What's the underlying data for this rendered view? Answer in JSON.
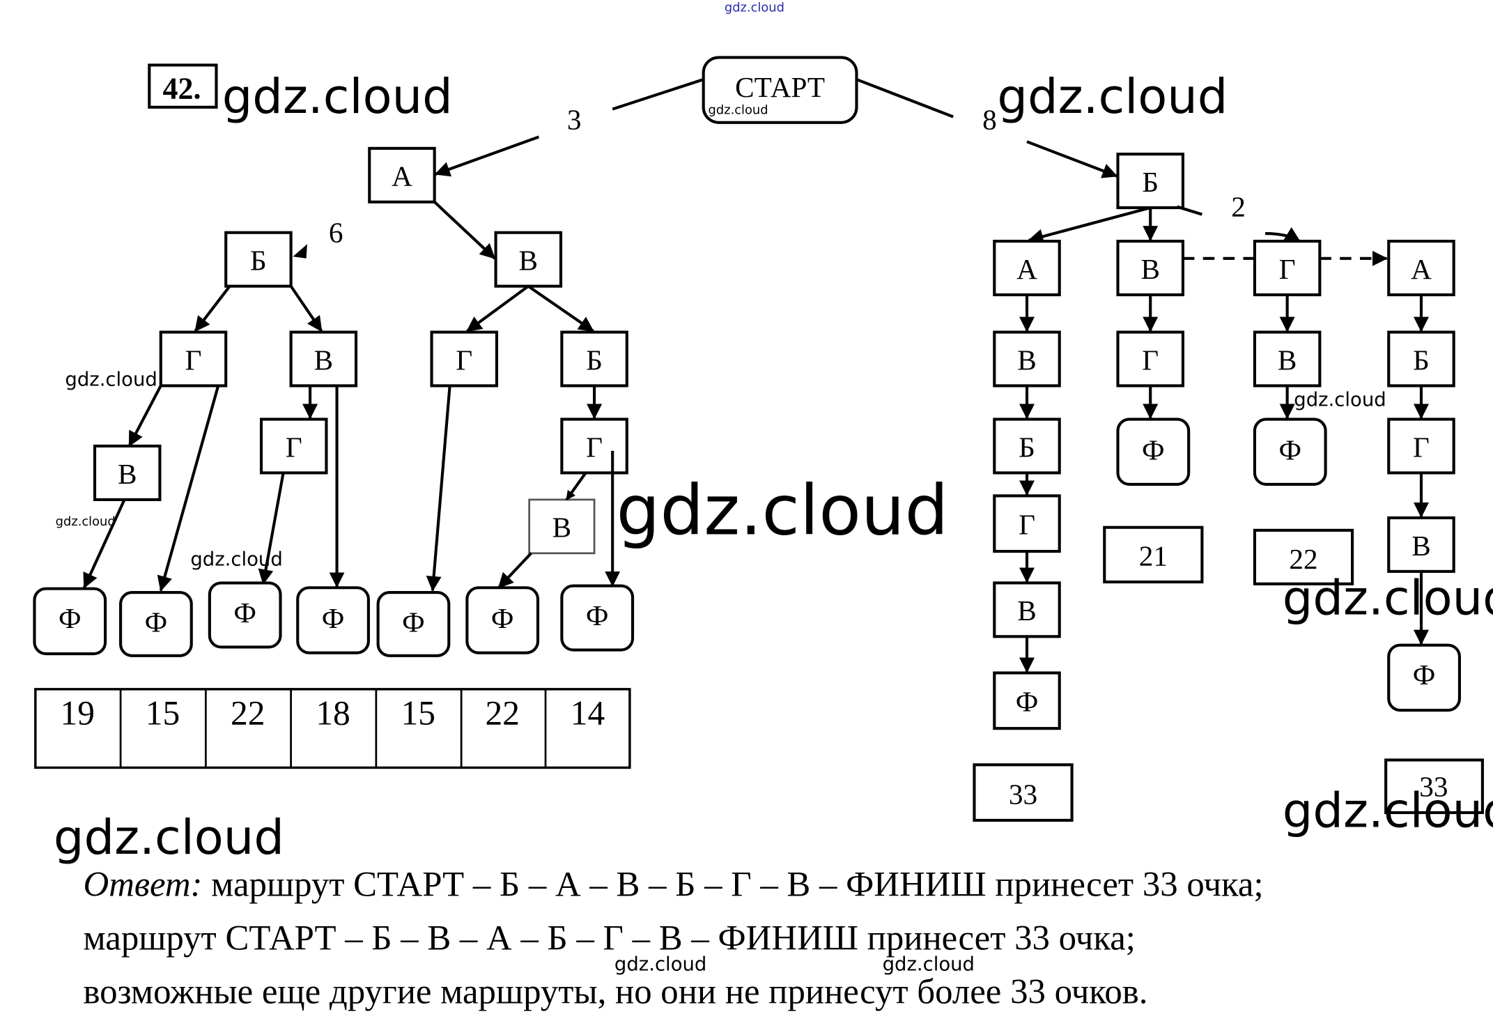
{
  "problem_number": "42.",
  "watermark": "gdz.cloud",
  "start_label": "СТАРТ",
  "edge_weights": {
    "start_to_a": "3",
    "start_to_b": "8",
    "a_to_b": "6",
    "b_to_g": "2"
  },
  "left_tree": {
    "root": "А",
    "level1": [
      "Б",
      "В"
    ],
    "level2": [
      "Г",
      "В",
      "Г",
      "Б"
    ],
    "level3": [
      "В",
      "Г",
      "Г",
      "В"
    ],
    "finish": [
      "Ф",
      "Ф",
      "Ф",
      "Ф",
      "Ф",
      "Ф",
      "Ф"
    ],
    "scores": [
      "19",
      "15",
      "22",
      "18",
      "15",
      "22",
      "14"
    ]
  },
  "right_tree": {
    "root": "Б",
    "level1": [
      "А",
      "В",
      "Г",
      "А"
    ],
    "col1": [
      "В",
      "Б",
      "Г",
      "В",
      "Ф"
    ],
    "col2": [
      "Г",
      "Ф"
    ],
    "col3": [
      "В",
      "Ф"
    ],
    "col4": [
      "Б",
      "Г",
      "В",
      "Ф"
    ],
    "scores": [
      "33",
      "21",
      "22",
      "33"
    ]
  },
  "answer": {
    "lead": "Ответ:",
    "line1": " маршрут СТАРТ – Б – А – В – Б – Г – В – ФИНИШ принесет 33 очка;",
    "line2": "маршрут СТАРТ – Б – В – А – Б – Г – В – ФИНИШ принесет 33 очка;",
    "line3": "возможные еще другие маршруты, но они не принесут более 33 очков."
  }
}
